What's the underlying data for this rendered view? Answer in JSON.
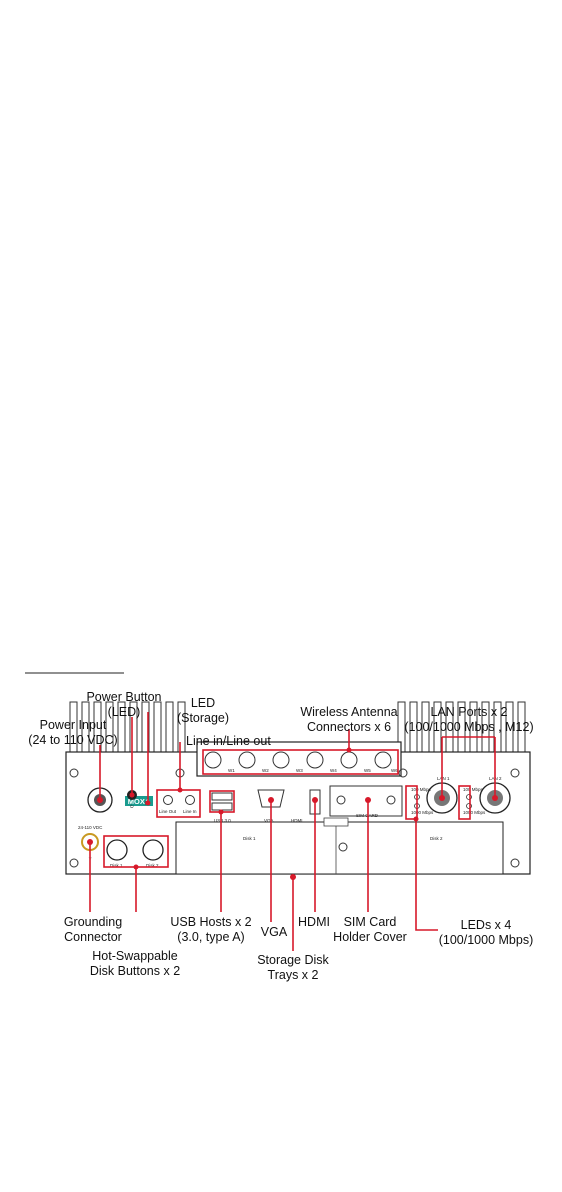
{
  "labels": {
    "power_button": [
      "Power Button",
      "(LED)"
    ],
    "led_storage": [
      "LED",
      "(Storage)"
    ],
    "power_input": [
      "Power Input",
      "(24 to 110 VDC)"
    ],
    "line_in_out": "Line in/Line out",
    "wireless": [
      "Wireless Antenna",
      "Connectors x 6"
    ],
    "lan_ports": [
      "LAN Ports x 2",
      "(100/1000 Mbps , M12)"
    ],
    "grounding": [
      "Grounding",
      "Connector"
    ],
    "usb_hosts": [
      "USB Hosts x 2",
      "(3.0, type A)"
    ],
    "vga": "VGA",
    "hdmi": "HDMI",
    "sim_card": [
      "SIM Card",
      "Holder Cover"
    ],
    "leds": [
      "LEDs x 4",
      "(100/1000 Mbps)"
    ],
    "hot_swap": [
      "Hot-Swappable",
      "Disk Buttons x 2"
    ],
    "storage_trays": [
      "Storage Disk",
      "Trays x 2"
    ]
  },
  "device": {
    "brand": "MOXA",
    "antenna_ports": [
      "W1",
      "W2",
      "W3",
      "W4",
      "W5",
      "W6"
    ],
    "audio_ports": [
      "Line Out",
      "Line In"
    ],
    "usb_label": "USB 3.0",
    "vga_label": "VGA",
    "hdmi_label": "HDMI",
    "sim_label": "SIM CARD",
    "lan_labels": [
      "LAN 1",
      "LAN 2"
    ],
    "led_labels": [
      "100 Mbps",
      "1000 Mbps"
    ],
    "disk_button_labels": [
      "Disk 1",
      "Disk 2"
    ],
    "tray_labels": [
      "Disk 1",
      "Disk 2"
    ],
    "power_label": "24-110 VDC"
  },
  "colors": {
    "callout": "#d7192a",
    "device_outline": "#222222",
    "brand": "#1a9b8f"
  }
}
